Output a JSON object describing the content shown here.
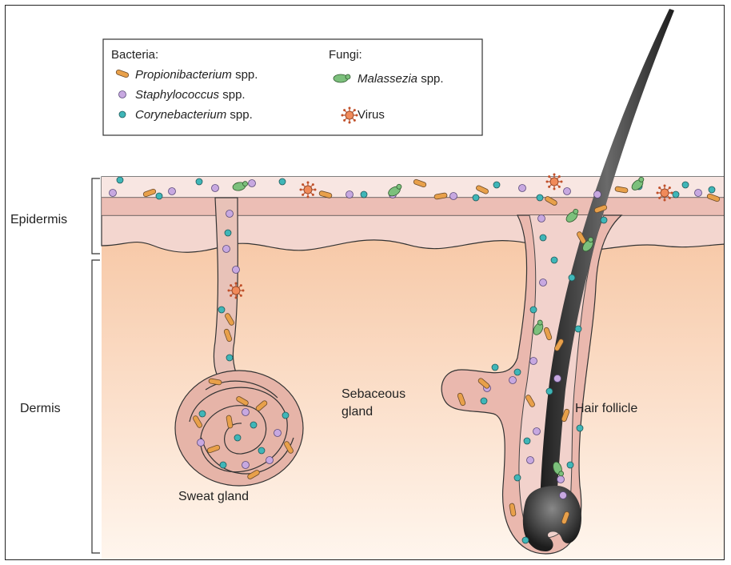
{
  "legend": {
    "bacteria_heading": "Bacteria:",
    "fungi_heading": "Fungi:",
    "entries": [
      {
        "genus": "Propionibacterium",
        "suffix": " spp.",
        "icon": "rod-bacterium-icon",
        "color": "#e8a04a"
      },
      {
        "genus": "Staphylococcus",
        "suffix": " spp.",
        "icon": "purple-coccus-icon",
        "color": "#b89ad0"
      },
      {
        "genus": "Corynebacterium",
        "suffix": " spp.",
        "icon": "teal-coccus-icon",
        "color": "#3fb6b8"
      },
      {
        "genus": "Malassezia",
        "suffix": " spp.",
        "icon": "budding-yeast-icon",
        "color": "#6bb56b"
      },
      {
        "genus": "",
        "suffix": "Virus",
        "icon": "virus-icon",
        "color": "#e0703a"
      }
    ]
  },
  "labels": {
    "epidermis": "Epidermis",
    "dermis": "Dermis",
    "sweat_gland": "Sweat gland",
    "sebaceous_1": "Sebaceous",
    "sebaceous_2": "gland",
    "hair_follicle": "Hair follicle"
  },
  "colors": {
    "dermis_top": "#f7c9a8",
    "dermis_bottom": "#fdf0e4",
    "epidermis": "#f4c4b6",
    "gland_fill": "#e8b3a8",
    "hair": "#2b2b2b"
  }
}
